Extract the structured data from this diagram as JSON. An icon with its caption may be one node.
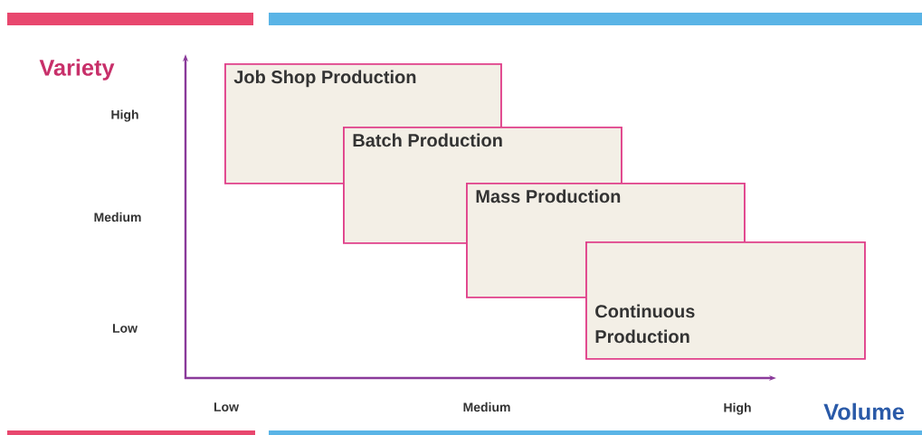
{
  "diagram": {
    "nodes": [
      {
        "text": [
          "Job Shop Production"
        ]
      },
      {
        "text": [
          "Batch Production"
        ]
      },
      {
        "text": [
          "Mass Production"
        ]
      },
      {
        "text": [
          "Continuous Production"
        ]
      }
    ],
    "labels": [
      "Variety",
      "High",
      "Medium",
      "Low",
      "Low",
      "Medium",
      "High",
      "Volume"
    ]
  }
}
